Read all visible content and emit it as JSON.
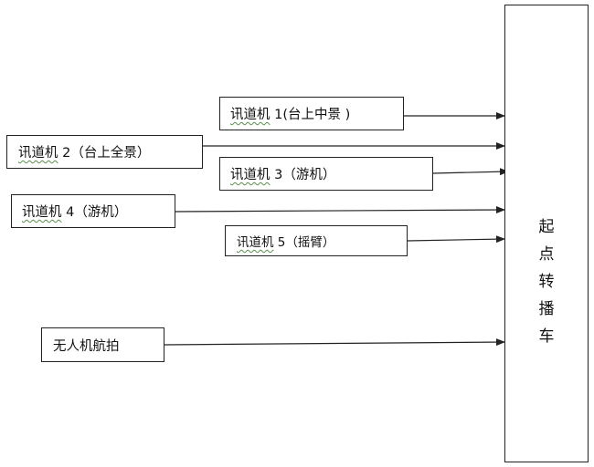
{
  "sources": [
    {
      "id": "cam1",
      "text": "讯道机",
      "suffix": " 1(台上中景 )"
    },
    {
      "id": "cam2",
      "text": "讯道机",
      "suffix": " 2（台上全景）"
    },
    {
      "id": "cam3",
      "text": "讯道机",
      "suffix": " 3（游机）"
    },
    {
      "id": "cam4",
      "text": "讯道机",
      "suffix": " 4（游机）"
    },
    {
      "id": "cam5",
      "text": "讯道机",
      "suffix": " 5（摇臂）"
    },
    {
      "id": "drone",
      "text": "无人机航拍",
      "suffix": ""
    }
  ],
  "target": {
    "characters": [
      "起",
      "点",
      "转",
      "播",
      "车"
    ]
  },
  "colors": {
    "line": "#222222",
    "squiggle": "#5a8f4a"
  }
}
